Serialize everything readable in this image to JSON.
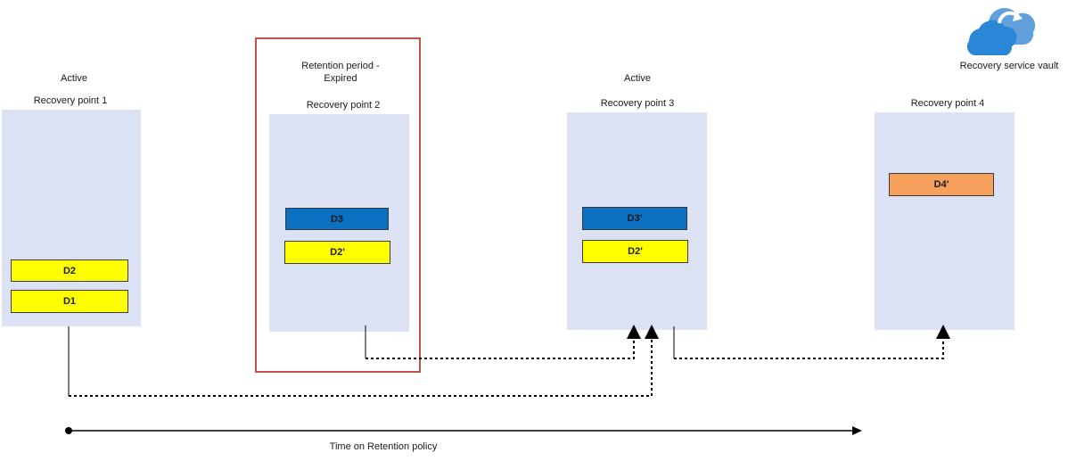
{
  "vault": {
    "label": "Recovery service vault",
    "icon": "cloud-icon"
  },
  "points": [
    {
      "status": "Active",
      "title": "Recovery point 1",
      "blocks": [
        "D2",
        "D1"
      ]
    },
    {
      "status_line1": "Retention period -",
      "status_line2": "Expired",
      "title": "Recovery point 2",
      "blocks": [
        "D3",
        "D2'"
      ]
    },
    {
      "status": "Active",
      "title": "Recovery point 3",
      "blocks": [
        "D3'",
        "D2'"
      ]
    },
    {
      "title": "Recovery point 4",
      "blocks": [
        "D4'"
      ]
    }
  ],
  "timeline": {
    "label": "Time on Retention policy"
  },
  "colors": {
    "panel": "#dce1f3",
    "yellow": "#ffff00",
    "blue": "#0b6fc2",
    "orange": "#f6a05c",
    "expired_border": "#c0504d"
  }
}
